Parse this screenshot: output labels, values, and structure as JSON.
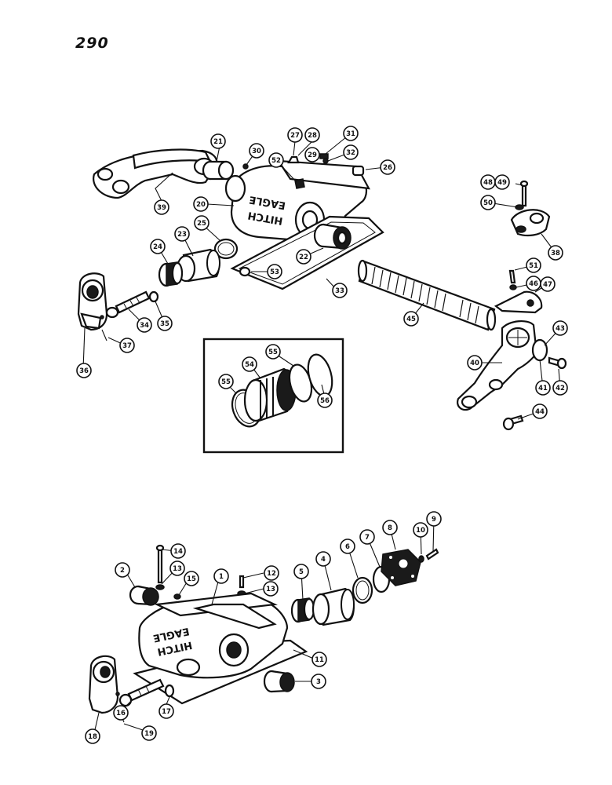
{
  "page_number": "290",
  "upper_assembly": {
    "callouts": [
      "21",
      "30",
      "27",
      "28",
      "31",
      "29",
      "32",
      "26",
      "52",
      "20",
      "39",
      "25",
      "23",
      "24",
      "22",
      "53",
      "33",
      "34",
      "35",
      "37",
      "36",
      "38",
      "48",
      "49",
      "50",
      "51",
      "46",
      "47",
      "45",
      "40",
      "43",
      "41",
      "42",
      "44"
    ],
    "housing_stamp": [
      "EAGLE",
      "HITCH"
    ]
  },
  "inset": {
    "callouts": [
      "55",
      "54",
      "55",
      "56"
    ]
  },
  "lower_assembly": {
    "callouts": [
      "2",
      "14",
      "13",
      "15",
      "1",
      "12",
      "13",
      "5",
      "4",
      "6",
      "7",
      "8",
      "10",
      "9",
      "11",
      "3",
      "18",
      "19",
      "16",
      "17"
    ],
    "housing_stamp": [
      "EAGLE",
      "HITCH"
    ]
  }
}
